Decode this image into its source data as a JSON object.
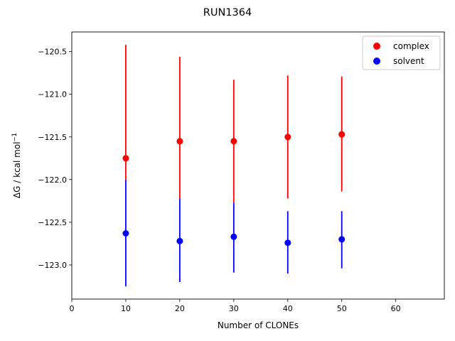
{
  "chart_data": {
    "type": "scatter",
    "title": "RUN1364",
    "xlabel": "Number of CLONEs",
    "ylabel_main": "ΔG / kcal mol",
    "ylabel_sup": "−1",
    "xlim": [
      0,
      69
    ],
    "ylim": [
      -123.4,
      -120.27
    ],
    "x_ticks": [
      0,
      10,
      20,
      30,
      40,
      50,
      60
    ],
    "y_ticks": [
      -120.5,
      -121.0,
      -121.5,
      -122.0,
      -122.5,
      -123.0
    ],
    "y_tick_labels": [
      "−120.5",
      "−121.0",
      "−121.5",
      "−122.0",
      "−122.5",
      "−123.0"
    ],
    "legend_position": "top-right",
    "series": [
      {
        "name": "complex",
        "color": "#ff0000",
        "x": [
          10,
          20,
          30,
          40,
          50
        ],
        "y": [
          -121.75,
          -121.55,
          -121.55,
          -121.5,
          -121.47
        ],
        "yerr_low": [
          -122.0,
          -122.22,
          -122.27,
          -122.22,
          -122.14
        ],
        "yerr_high": [
          -120.42,
          -120.56,
          -120.83,
          -120.78,
          -120.79
        ]
      },
      {
        "name": "solvent",
        "color": "#0000ff",
        "x": [
          10,
          20,
          30,
          40,
          50
        ],
        "y": [
          -122.63,
          -122.72,
          -122.67,
          -122.74,
          -122.7
        ],
        "yerr_low": [
          -123.25,
          -123.2,
          -123.09,
          -123.1,
          -123.04
        ],
        "yerr_high": [
          -122.0,
          -122.22,
          -122.27,
          -122.37,
          -122.37
        ]
      }
    ]
  }
}
